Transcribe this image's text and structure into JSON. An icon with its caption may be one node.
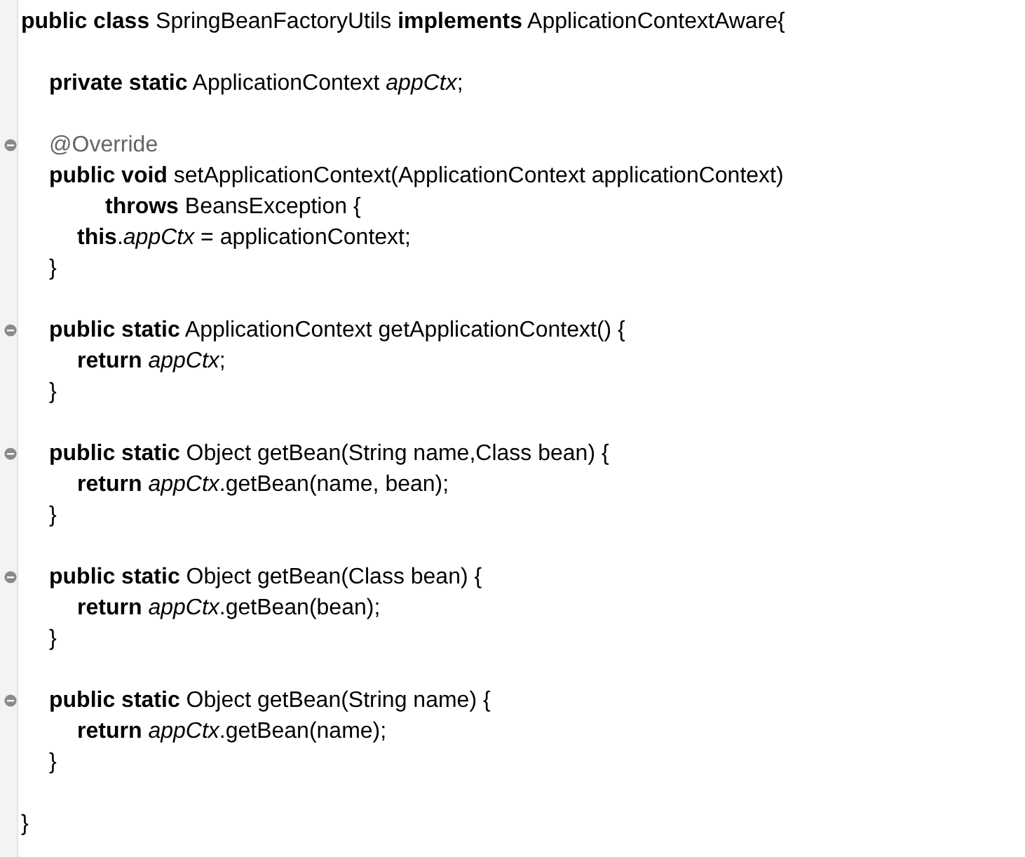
{
  "diagram": {
    "labels": [
      "**public class** SpringBeanFactoryUtils **implements** ApplicationContextAware{",
      "**private static** ApplicationContext *appCtx*;",
      "@Override",
      "**public void** setApplicationContext(ApplicationContext applicationContext)",
      "**throws** BeansException {",
      "**this**.*appCtx* = applicationContext;",
      "}",
      "**public static** ApplicationContext getApplicationContext() {",
      "**return** *appCtx*;",
      "}",
      "**public static** Object getBean(String name,Class bean) {",
      "**return** *appCtx*.getBean(name, bean);",
      "}",
      "**public static** Object getBean(Class bean) {",
      "**return** *appCtx*.getBean(bean);",
      "}",
      "**public static** Object getBean(String name) {",
      "**return** *appCtx*.getBean(name);",
      "}",
      "}"
    ]
  }
}
